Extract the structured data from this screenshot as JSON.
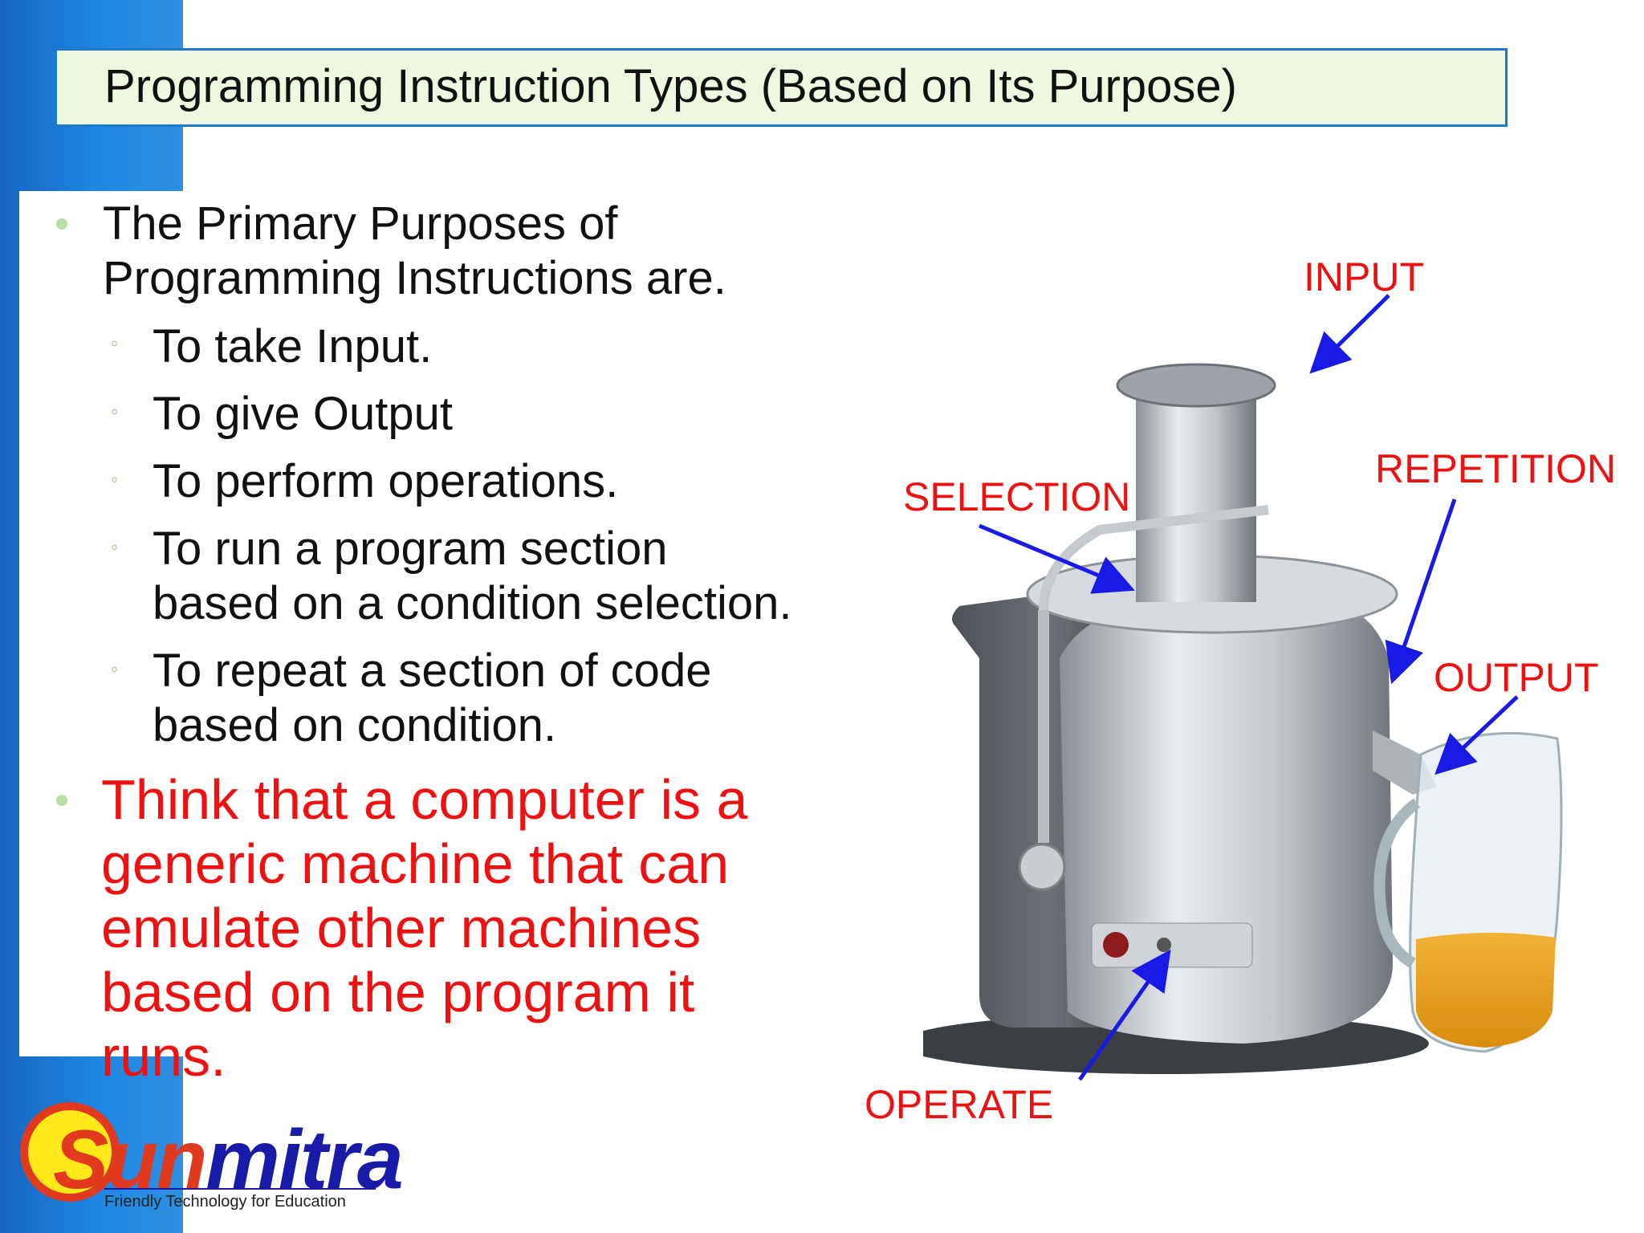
{
  "slide": {
    "title": "Programming Instruction Types (Based on Its Purpose)",
    "bullet1": {
      "line1": "The Primary Purposes of",
      "line2": "Programming Instructions are."
    },
    "sub": [
      {
        "lines": [
          "To take Input."
        ]
      },
      {
        "lines": [
          "To give Output"
        ]
      },
      {
        "lines": [
          "To perform operations."
        ]
      },
      {
        "lines": [
          "To run a program section",
          "based on a condition selection."
        ]
      },
      {
        "lines": [
          "To repeat a section of code",
          "based on condition."
        ]
      }
    ],
    "bullet2_lines": [
      "Think that a computer is a",
      "generic machine that can",
      "emulate other machines",
      "based on the program it",
      "runs."
    ]
  },
  "diagram": {
    "labels": {
      "input": "INPUT",
      "repetition": "REPETITION",
      "selection": "SELECTION",
      "output": "OUTPUT",
      "operate": "OPERATE"
    },
    "label_color": "#ee1111",
    "arrow_color": "#1a1ae6"
  },
  "logo": {
    "word_part1": "Sun",
    "word_part2": "mitra",
    "tagline": "Friendly Technology for Education"
  },
  "colors": {
    "band": "#1e88e5",
    "title_bg": "#eef7e0",
    "bullet_text": "#111111",
    "highlight_text": "#ee1111"
  }
}
